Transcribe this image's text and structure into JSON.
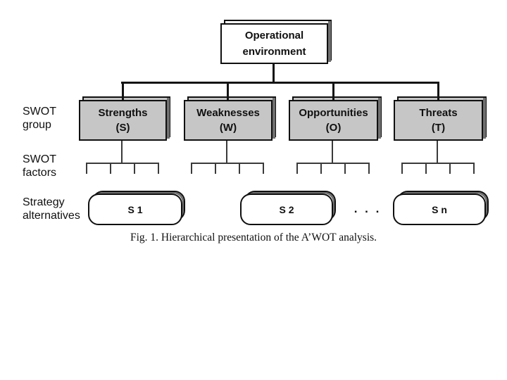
{
  "diagram": {
    "root": {
      "line1": "Operational",
      "line2": "environment"
    },
    "row_labels": [
      {
        "line1": "SWOT",
        "line2": "group"
      },
      {
        "line1": "SWOT",
        "line2": "factors"
      },
      {
        "line1": "Strategy",
        "line2": "alternatives"
      }
    ],
    "groups": [
      {
        "name": "Strengths",
        "code": "(S)"
      },
      {
        "name": "Weaknesses",
        "code": "(W)"
      },
      {
        "name": "Opportunities",
        "code": "(O)"
      },
      {
        "name": "Threats",
        "code": "(T)"
      }
    ],
    "alternatives": [
      {
        "label": "S 1"
      },
      {
        "label": "S 2"
      },
      {
        "label": "S n"
      }
    ],
    "ellipsis": ". . .",
    "caption": "Fig. 1. Hierarchical presentation of the A’WOT analysis.",
    "colors": {
      "background": "#ffffff",
      "box-fill": "#c6c6c6",
      "box-border": "#101010",
      "box-side": "#6f6f6f",
      "connector": "#141414",
      "comb": "#3a3a3a",
      "text": "#101010"
    }
  }
}
